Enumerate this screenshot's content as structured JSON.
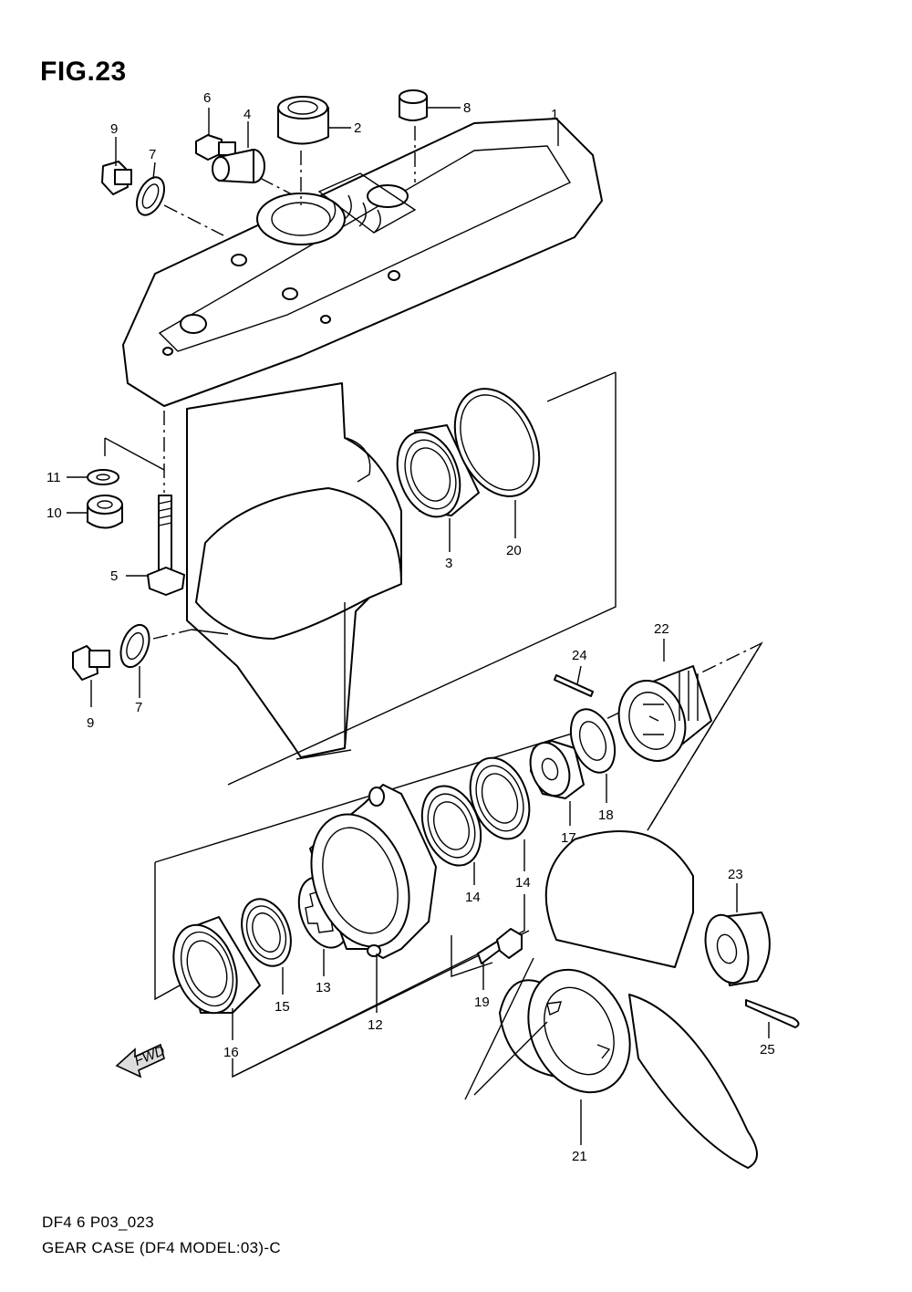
{
  "figure": {
    "title": "FIG.23",
    "code": "DF4 6 P03_023",
    "caption": "GEAR CASE (DF4 MODEL:03)-C",
    "fwd_label": "FWD"
  },
  "callouts": [
    {
      "id": "c1",
      "text": "1"
    },
    {
      "id": "c2",
      "text": "2"
    },
    {
      "id": "c3",
      "text": "3"
    },
    {
      "id": "c4",
      "text": "4"
    },
    {
      "id": "c5",
      "text": "5"
    },
    {
      "id": "c6",
      "text": "6"
    },
    {
      "id": "c7a",
      "text": "7"
    },
    {
      "id": "c7b",
      "text": "7"
    },
    {
      "id": "c8",
      "text": "8"
    },
    {
      "id": "c9a",
      "text": "9"
    },
    {
      "id": "c9b",
      "text": "9"
    },
    {
      "id": "c10",
      "text": "10"
    },
    {
      "id": "c11",
      "text": "11"
    },
    {
      "id": "c12",
      "text": "12"
    },
    {
      "id": "c13",
      "text": "13"
    },
    {
      "id": "c14a",
      "text": "14"
    },
    {
      "id": "c14b",
      "text": "14"
    },
    {
      "id": "c15",
      "text": "15"
    },
    {
      "id": "c16",
      "text": "16"
    },
    {
      "id": "c17",
      "text": "17"
    },
    {
      "id": "c18",
      "text": "18"
    },
    {
      "id": "c19",
      "text": "19"
    },
    {
      "id": "c20",
      "text": "20"
    },
    {
      "id": "c21",
      "text": "21"
    },
    {
      "id": "c22",
      "text": "22"
    },
    {
      "id": "c23",
      "text": "23"
    },
    {
      "id": "c24",
      "text": "24"
    },
    {
      "id": "c25",
      "text": "25"
    }
  ]
}
